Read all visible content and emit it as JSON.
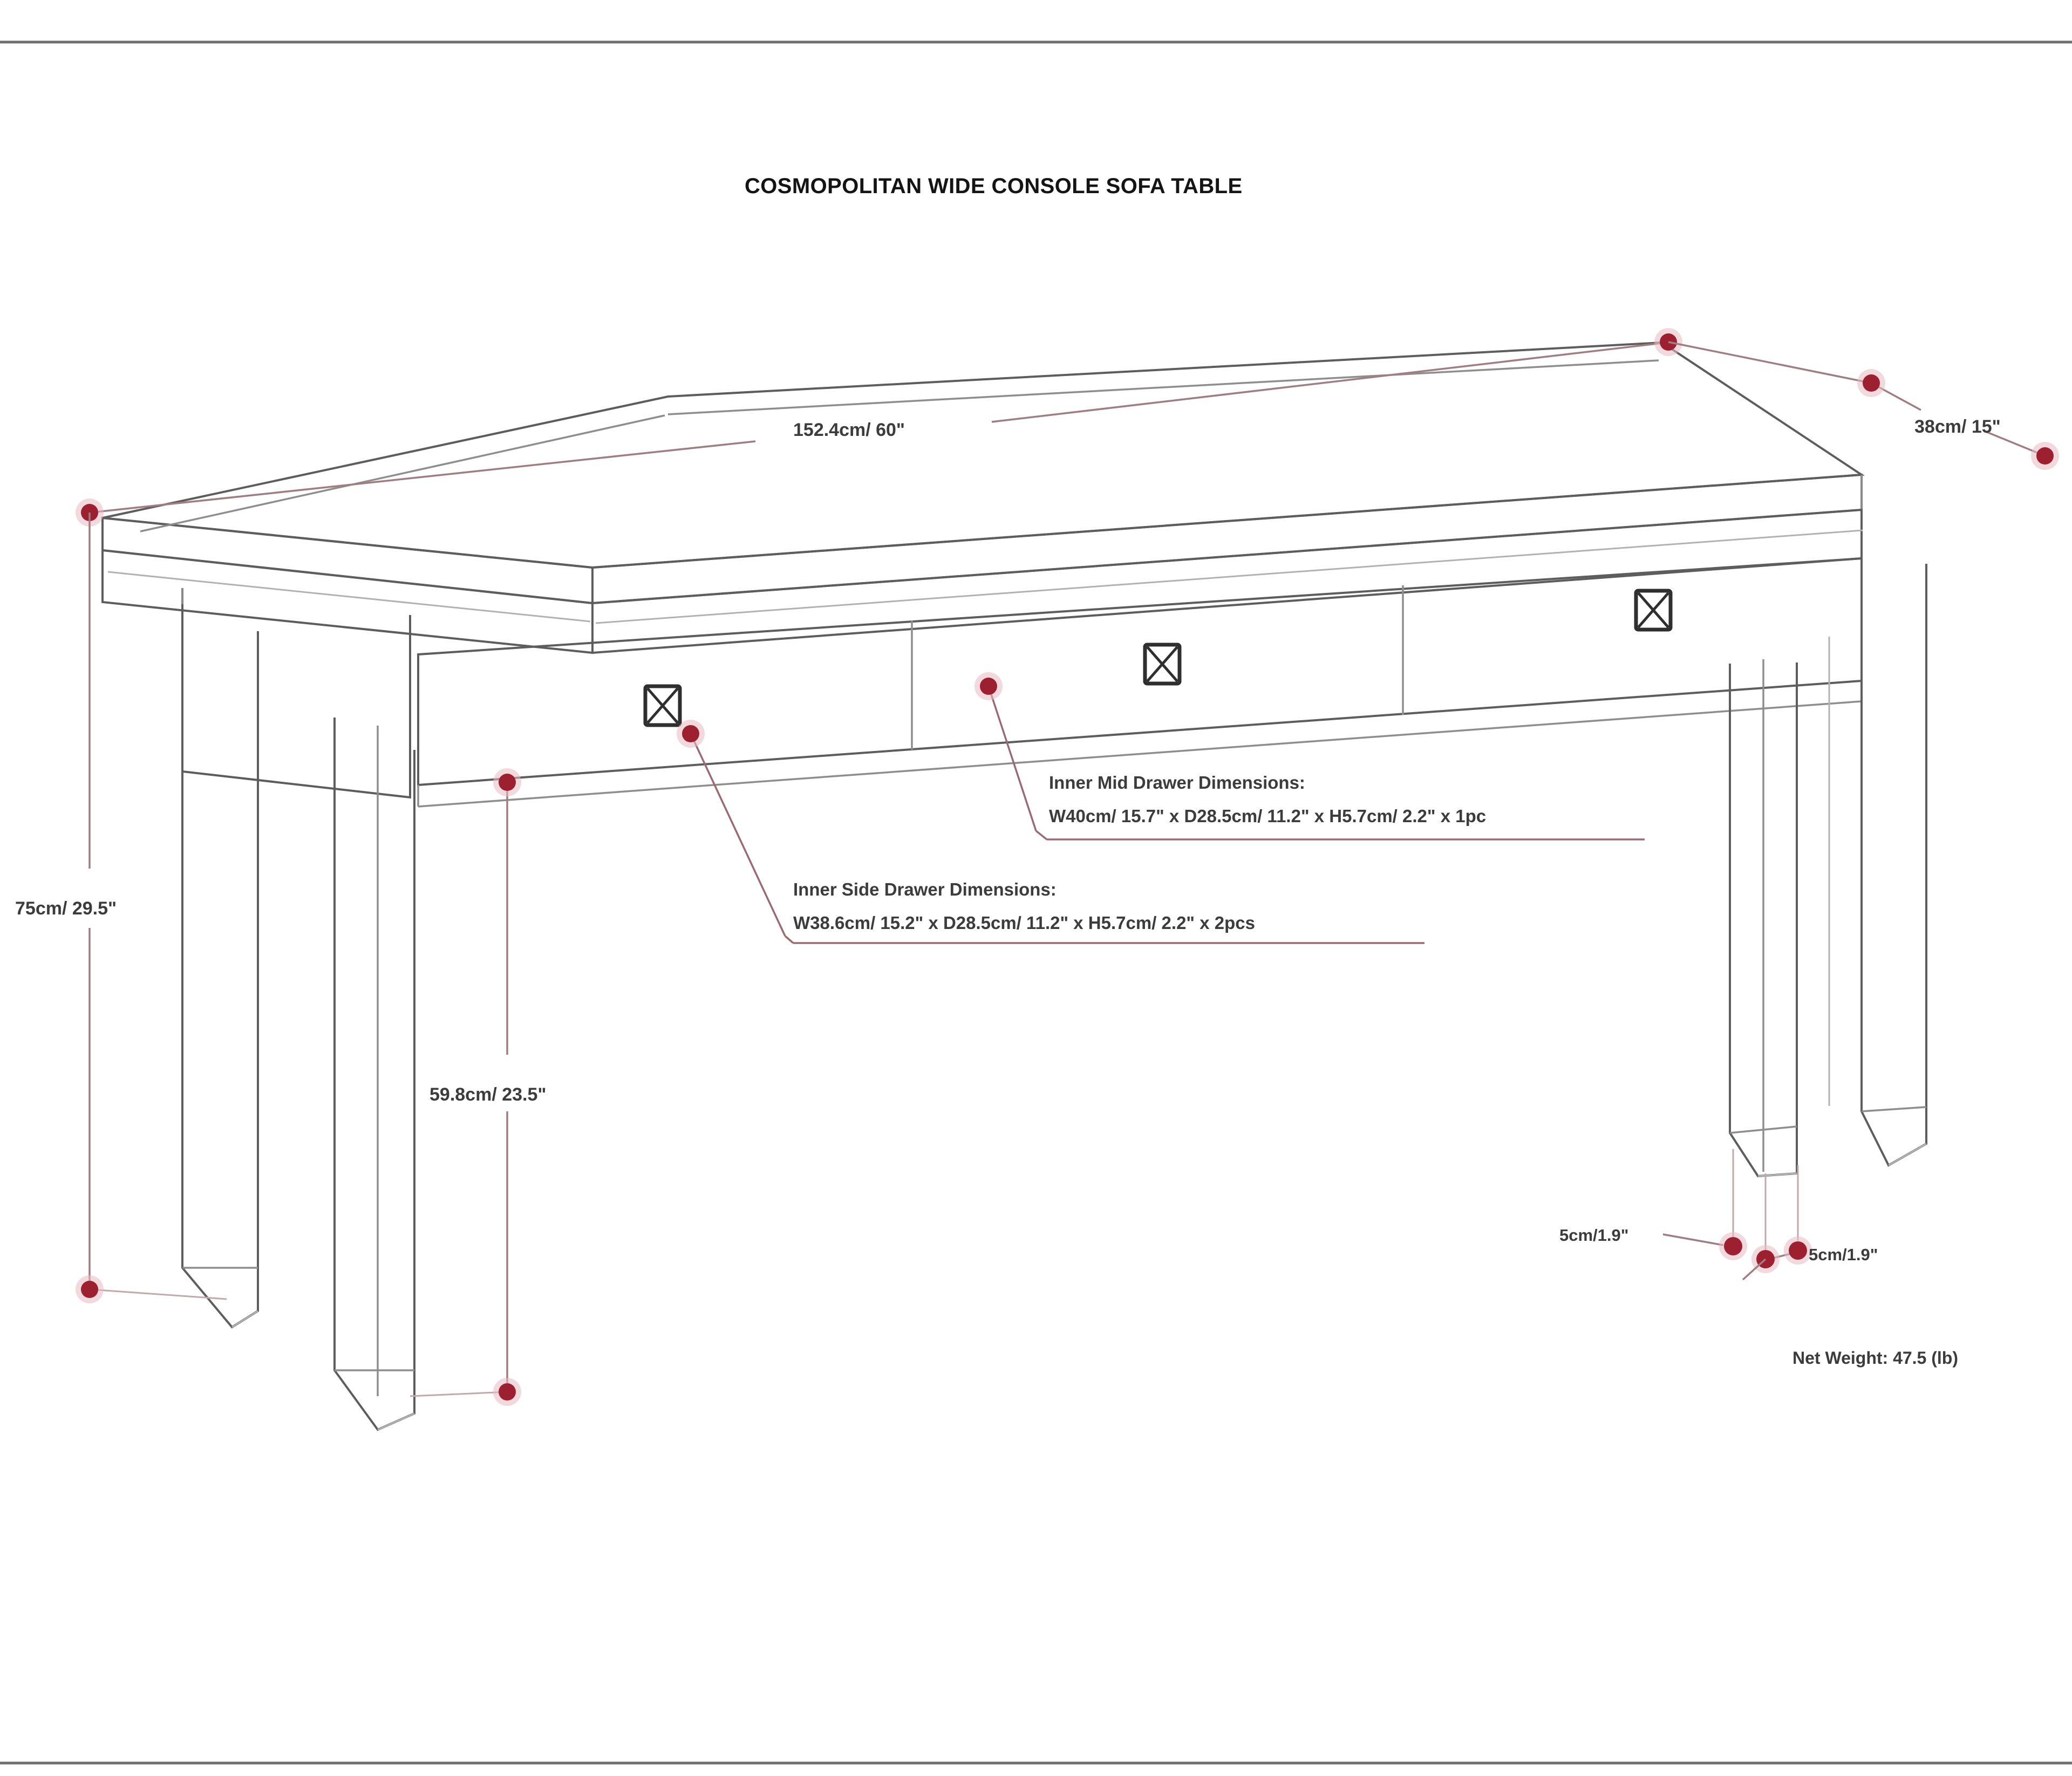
{
  "document": {
    "title": "COSMOPOLITAN WIDE CONSOLE SOFA TABLE",
    "type": "furniture-dimension-drawing"
  },
  "dimensions": {
    "width": {
      "label": "152.4cm/ 60\"",
      "cm": 152.4,
      "inch": 60,
      "axis": "width"
    },
    "depth": {
      "label": "38cm/ 15\"",
      "cm": 38,
      "inch": 15,
      "axis": "depth"
    },
    "height": {
      "label": "75cm/ 29.5\"",
      "cm": 75,
      "inch": 29.5,
      "axis": "height"
    },
    "clearance": {
      "label": "59.8cm/ 23.5\"",
      "cm": 59.8,
      "inch": 23.5,
      "axis": "leg-clearance"
    },
    "leg_width": {
      "label": "5cm/1.9\"",
      "cm": 5,
      "inch": 1.9,
      "axis": "leg-width"
    },
    "leg_depth": {
      "label": "5cm/1.9\"",
      "cm": 5,
      "inch": 1.9,
      "axis": "leg-depth"
    }
  },
  "callouts": {
    "mid_drawer": {
      "heading": "Inner Mid Drawer Dimensions:",
      "detail": "W40cm/ 15.7\" x D28.5cm/ 11.2\" x H5.7cm/ 2.2\" x 1pc",
      "width_cm": 40,
      "width_in": 15.7,
      "depth_cm": 28.5,
      "depth_in": 11.2,
      "height_cm": 5.7,
      "height_in": 2.2,
      "qty": "1pc"
    },
    "side_drawer": {
      "heading": "Inner Side Drawer Dimensions:",
      "detail": "W38.6cm/ 15.2\" x D28.5cm/ 11.2\" x H5.7cm/ 2.2\" x 2pcs",
      "width_cm": 38.6,
      "width_in": 15.2,
      "depth_cm": 28.5,
      "depth_in": 11.2,
      "height_cm": 5.7,
      "height_in": 2.2,
      "qty": "2pcs"
    }
  },
  "weight": {
    "label": "Net Weight:  47.5 (lb)",
    "value": 47.5,
    "unit": "lb"
  },
  "colors": {
    "marker": "#9c2030",
    "dimension_line": "#a07d83",
    "outline": "#5d5d5d",
    "text": "#3c3c3c",
    "background": "#ffffff"
  },
  "drawers": {
    "count": 3,
    "handle_icon": "square-cross-knob-icon"
  }
}
